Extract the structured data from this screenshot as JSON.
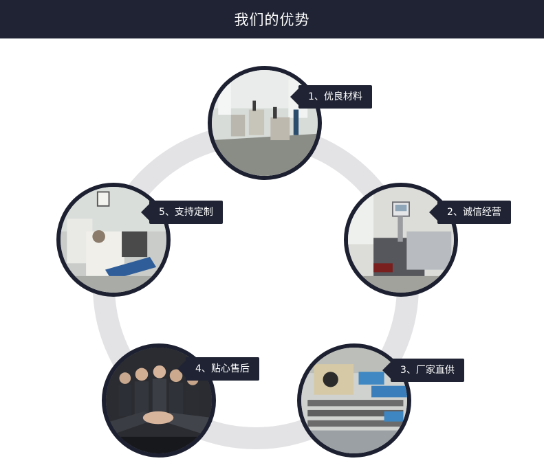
{
  "header": {
    "title": "我们的优势"
  },
  "advantages": [
    {
      "label": "1、优良材料"
    },
    {
      "label": "2、诚信经营"
    },
    {
      "label": "3、厂家直供"
    },
    {
      "label": "4、贴心售后"
    },
    {
      "label": "5、支持定制"
    }
  ],
  "colors": {
    "header_bg": "#1f2333",
    "ring": "#e3e3e6",
    "tag_bg": "#1f2333"
  }
}
